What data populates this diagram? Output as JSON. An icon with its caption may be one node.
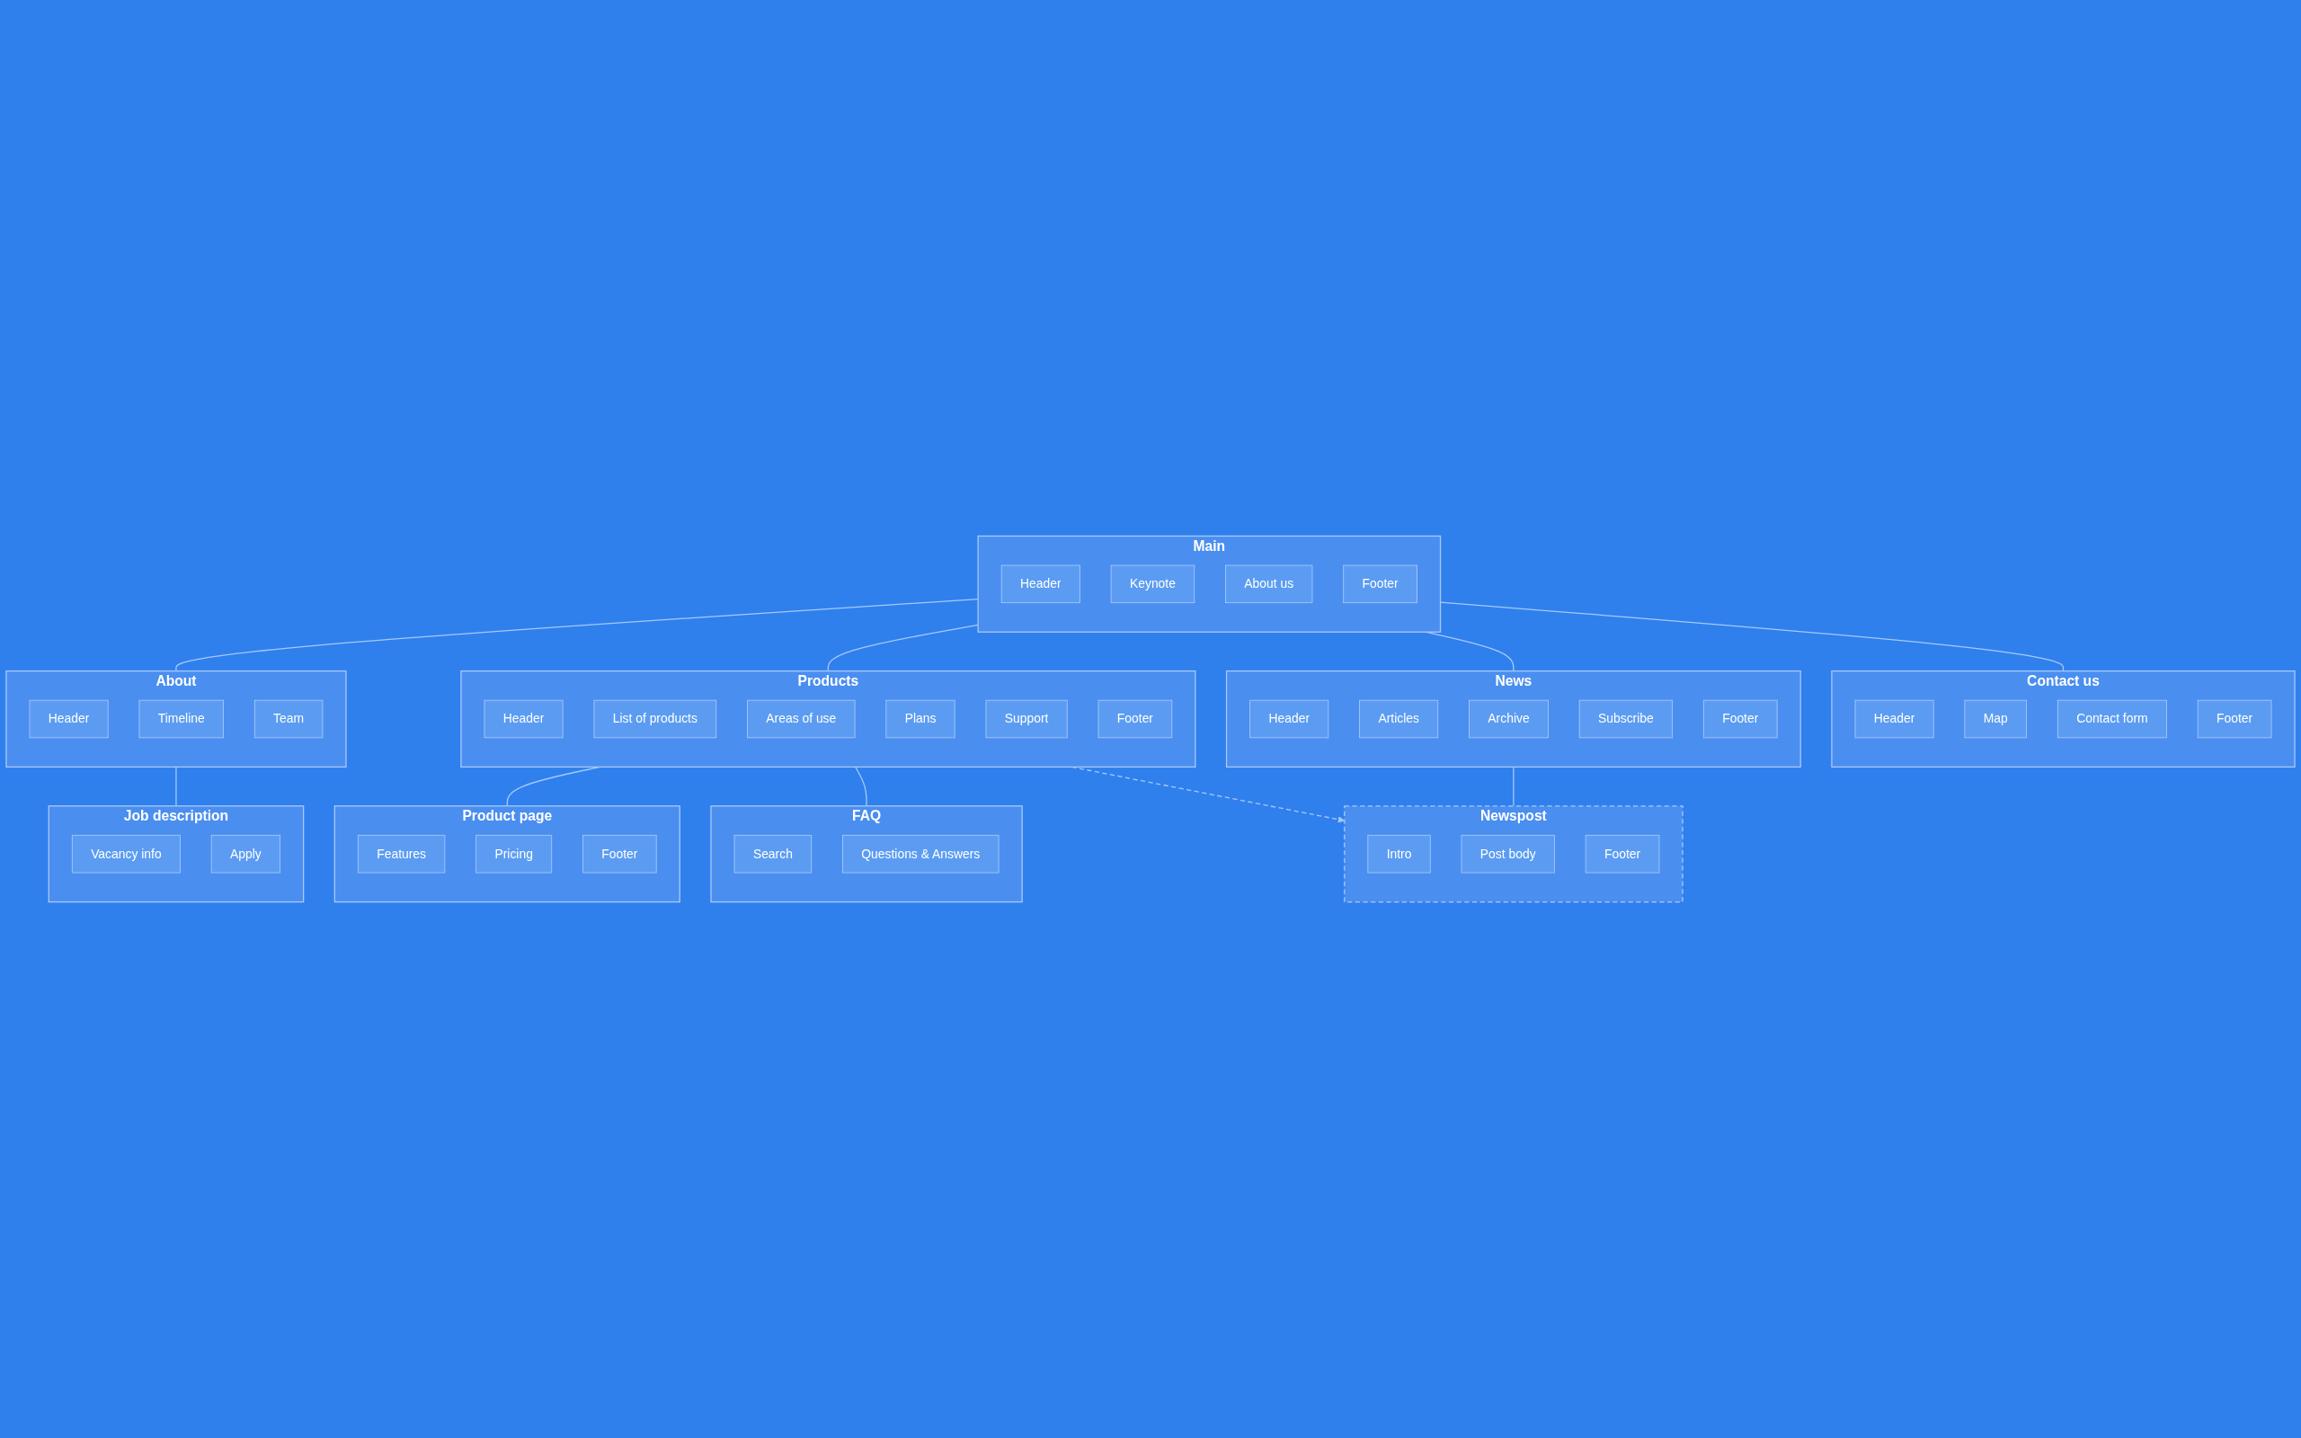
{
  "diagram": {
    "nodes": [
      {
        "text": [
          "Main"
        ]
      },
      {
        "text": [
          "Header"
        ],
        "in": 0
      },
      {
        "text": [
          "Keynote"
        ],
        "in": 0
      },
      {
        "text": [
          "About us"
        ],
        "in": 0
      },
      {
        "text": [
          "Footer"
        ],
        "in": 0
      },
      {
        "text": [
          "About"
        ]
      },
      {
        "text": [
          "Header"
        ],
        "in": 5
      },
      {
        "text": [
          "Timeline"
        ],
        "in": 5
      },
      {
        "text": [
          "Team"
        ],
        "in": 5
      },
      {
        "text": [
          "Job description"
        ]
      },
      {
        "text": [
          "Vacancy info"
        ],
        "in": 9
      },
      {
        "text": [
          "Apply"
        ],
        "in": 9
      },
      {
        "text": [
          "Products"
        ]
      },
      {
        "text": [
          "Header"
        ],
        "in": 12
      },
      {
        "text": [
          "List of products"
        ],
        "in": 12
      },
      {
        "text": [
          "Areas of use"
        ],
        "in": 12
      },
      {
        "text": [
          "Plans"
        ],
        "in": 12
      },
      {
        "text": [
          "Support"
        ],
        "in": 12
      },
      {
        "text": [
          "Footer"
        ],
        "in": 12
      },
      {
        "text": [
          "News"
        ]
      },
      {
        "text": [
          "Header"
        ],
        "in": 19
      },
      {
        "text": [
          "Articles"
        ],
        "in": 19
      },
      {
        "text": [
          "Archive"
        ],
        "in": 19
      },
      {
        "text": [
          "Subscribe"
        ],
        "in": 19
      },
      {
        "text": [
          "Footer"
        ],
        "in": 19
      },
      {
        "text": [
          "Contact us"
        ]
      },
      {
        "text": [
          "Header"
        ],
        "in": 25
      },
      {
        "text": [
          "Map"
        ],
        "in": 25
      },
      {
        "text": [
          "Contact form"
        ],
        "in": 25
      },
      {
        "text": [
          "Footer"
        ],
        "in": 25
      },
      {
        "text": [
          "Newspost"
        ]
      },
      {
        "text": [
          "Intro"
        ],
        "in": 30
      },
      {
        "text": [
          "Post body"
        ],
        "in": 30
      },
      {
        "text": [
          "Footer"
        ],
        "in": 30
      },
      {
        "text": [
          "Product page"
        ]
      },
      {
        "text": [
          "Features"
        ],
        "in": 34
      },
      {
        "text": [
          "Pricing"
        ],
        "in": 34
      },
      {
        "text": [
          "Footer"
        ],
        "in": 34
      },
      {
        "text": [
          "FAQ"
        ]
      },
      {
        "text": [
          "Search"
        ],
        "in": 38
      },
      {
        "text": [
          "Questions & Answers"
        ],
        "in": 38
      }
    ],
    "edges": [
      {
        "from": 0,
        "to": 5,
        "arrow": "none"
      },
      {
        "from": 0,
        "to": 12,
        "arrow": "none"
      },
      {
        "from": 0,
        "to": 19,
        "arrow": "none"
      },
      {
        "from": 0,
        "to": 25,
        "arrow": "none"
      },
      {
        "from": 5,
        "to": 9,
        "arrow": "none"
      },
      {
        "from": 12,
        "to": 34,
        "arrow": "none"
      },
      {
        "from": 12,
        "to": 38,
        "arrow": "none"
      },
      {
        "from": 19,
        "to": 30,
        "arrow": "none"
      },
      {
        "from": 12,
        "to": 30,
        "arrow": "to",
        "style": "dashed"
      }
    ]
  }
}
